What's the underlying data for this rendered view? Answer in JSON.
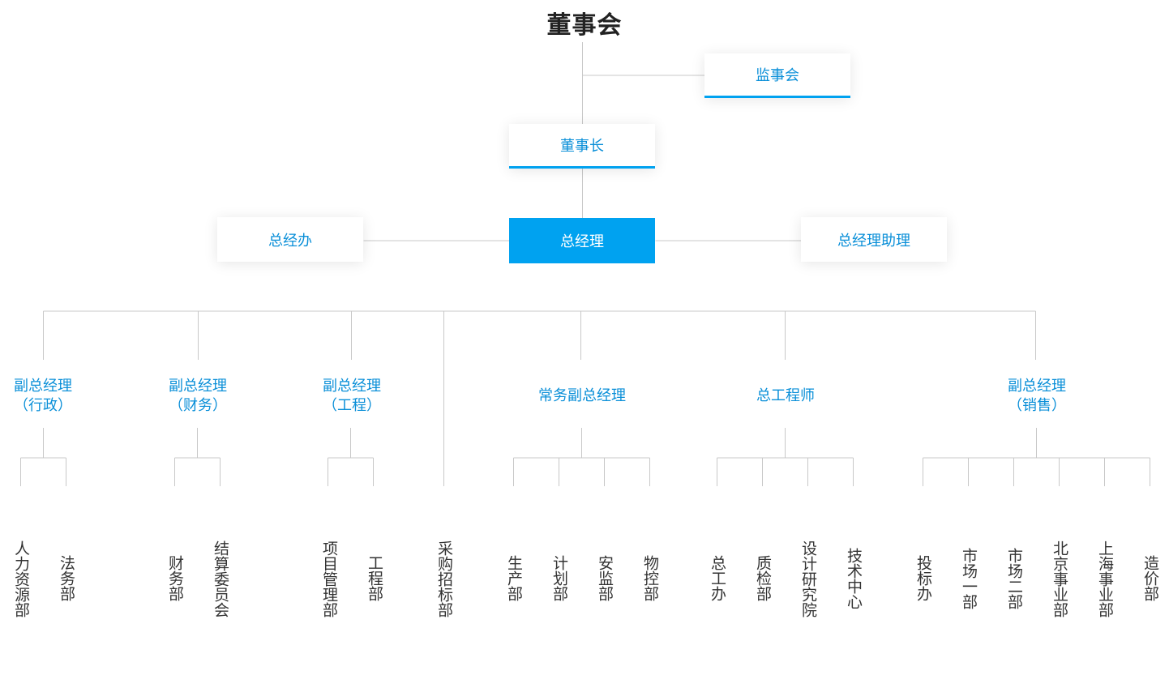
{
  "title": "董事会",
  "supervisory_board": "监事会",
  "chairman": "董事长",
  "gm_office": "总经办",
  "general_manager": "总经理",
  "gm_assistant": "总经理助理",
  "colors": {
    "accent": "#00a2f0",
    "text_blue": "#0a8fd8",
    "line": "#c8c8c8"
  },
  "vps": [
    {
      "name": "副总经理",
      "sub": "（行政）"
    },
    {
      "name": "副总经理",
      "sub": "（财务）"
    },
    {
      "name": "副总经理",
      "sub": "（工程）"
    },
    {
      "name": "常务副总经理",
      "sub": ""
    },
    {
      "name": "总工程师",
      "sub": ""
    },
    {
      "name": "副总经理",
      "sub": "（销售）"
    }
  ],
  "departments": [
    "人力资源部",
    "法务部",
    "财务部",
    "结算委员会",
    "项目管理部",
    "工程部",
    "采购招标部",
    "生产部",
    "计划部",
    "安监部",
    "物控部",
    "总工办",
    "质检部",
    "设计研究院",
    "技术中心",
    "投标办",
    "市场一部",
    "市场二部",
    "北京事业部",
    "上海事业部",
    "造价部"
  ]
}
